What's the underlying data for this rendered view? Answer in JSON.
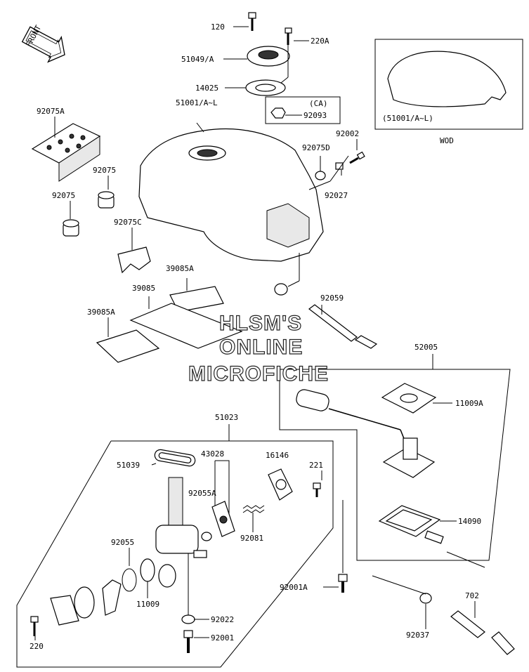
{
  "diagram": {
    "front_label": "FRONT",
    "variant_note": "WOD",
    "ca_note": "(CA)",
    "watermark": [
      "HLSM'S",
      "ONLINE",
      "MICROFICHE"
    ],
    "part_numbers": {
      "p120": "120",
      "p220A": "220A",
      "p51049A": "51049/A",
      "p14025": "14025",
      "p51001": "51001/A~L",
      "p92093": "92093",
      "p51001alt": "(51001/A~L)",
      "p92075A": "92075A",
      "p92075_1": "92075",
      "p92075_2": "92075",
      "p92002": "92002",
      "p92075D": "92075D",
      "p92027": "92027",
      "p92075C": "92075C",
      "p39085A_1": "39085A",
      "p39085": "39085",
      "p39085A_2": "39085A",
      "p92059": "92059",
      "p52005": "52005",
      "p11009A": "11009A",
      "p51023": "51023",
      "p43028": "43028",
      "p16146": "16146",
      "p51039": "51039",
      "p221": "221",
      "p92055A": "92055A",
      "p92081": "92081",
      "p14090": "14090",
      "p92055": "92055",
      "p11009": "11009",
      "p92001A": "92001A",
      "p702": "702",
      "p92022": "92022",
      "p92001": "92001",
      "p220": "220",
      "p92037": "92037"
    }
  }
}
